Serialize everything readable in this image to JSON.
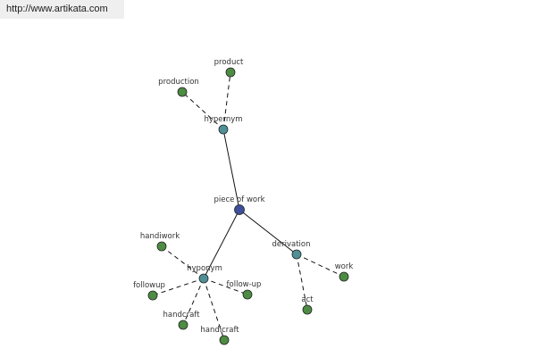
{
  "url_link": {
    "text": "http://www.artikata.com"
  },
  "colors": {
    "center": "#3c4f9c",
    "relation": "#4f9096",
    "word": "#4d8c43",
    "edge": "#111111"
  },
  "nodes": [
    {
      "id": "center",
      "label": "piece of work",
      "kind": "center"
    },
    {
      "id": "hypernym",
      "label": "hypernym",
      "kind": "relation"
    },
    {
      "id": "hyponym",
      "label": "hyponym",
      "kind": "relation"
    },
    {
      "id": "derivation",
      "label": "derivation",
      "kind": "relation"
    },
    {
      "id": "product",
      "label": "product",
      "kind": "word"
    },
    {
      "id": "production",
      "label": "production",
      "kind": "word"
    },
    {
      "id": "handiwork",
      "label": "handiwork",
      "kind": "word"
    },
    {
      "id": "followup",
      "label": "followup",
      "kind": "word"
    },
    {
      "id": "follow-up",
      "label": "follow-up",
      "kind": "word"
    },
    {
      "id": "handcraft",
      "label": "handcraft",
      "kind": "word"
    },
    {
      "id": "handicraft",
      "label": "handicraft",
      "kind": "word"
    },
    {
      "id": "work",
      "label": "work",
      "kind": "word"
    },
    {
      "id": "act",
      "label": "act",
      "kind": "word"
    }
  ],
  "edges": [
    {
      "from": "center",
      "to": "hypernym",
      "style": "solid"
    },
    {
      "from": "center",
      "to": "hyponym",
      "style": "solid"
    },
    {
      "from": "center",
      "to": "derivation",
      "style": "solid"
    },
    {
      "from": "hypernym",
      "to": "product",
      "style": "dashed"
    },
    {
      "from": "hypernym",
      "to": "production",
      "style": "dashed"
    },
    {
      "from": "hyponym",
      "to": "handiwork",
      "style": "dashed"
    },
    {
      "from": "hyponym",
      "to": "followup",
      "style": "dashed"
    },
    {
      "from": "hyponym",
      "to": "follow-up",
      "style": "dashed"
    },
    {
      "from": "hyponym",
      "to": "handcraft",
      "style": "dashed"
    },
    {
      "from": "hyponym",
      "to": "handicraft",
      "style": "dashed"
    },
    {
      "from": "derivation",
      "to": "work",
      "style": "dashed"
    },
    {
      "from": "derivation",
      "to": "act",
      "style": "dashed"
    }
  ]
}
